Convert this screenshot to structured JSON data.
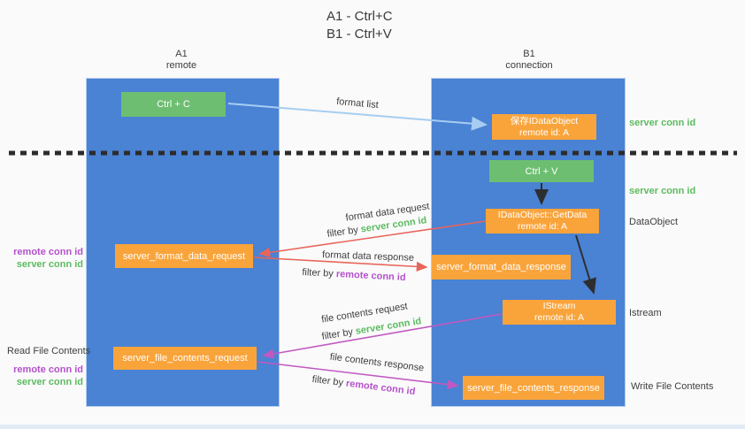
{
  "title": {
    "line1": "A1 - Ctrl+C",
    "line2": "B1 - Ctrl+V"
  },
  "lanes": {
    "a": {
      "id": "A1",
      "name": "remote"
    },
    "b": {
      "id": "B1",
      "name": "connection"
    }
  },
  "nodes": {
    "ctrl_c": {
      "label": "Ctrl + C"
    },
    "ctrl_v": {
      "label": "Ctrl + V"
    },
    "save_dataobject": {
      "line1": "保存IDataObject",
      "line2": "remote id: A"
    },
    "getdata": {
      "line1": "IDataObject::GetData",
      "line2": "remote id: A"
    },
    "istream": {
      "line1": "IStream",
      "line2": "remote id: A"
    },
    "format_request": {
      "label": "server_format_data_request"
    },
    "format_response": {
      "label": "server_format_data_response"
    },
    "file_request": {
      "label": "server_file_contents_request"
    },
    "file_response": {
      "label": "server_file_contents_response"
    }
  },
  "arrow_labels": {
    "format_list": "format list",
    "format_data_request": "format data request",
    "format_data_response": "format data response",
    "file_contents_request": "file contents request",
    "file_contents_response": "file contents response",
    "filter_by": "filter by"
  },
  "side_labels": {
    "server_conn_id": "server conn id",
    "remote_conn_id": "remote conn id",
    "dataobject": "DataObject",
    "istream": "Istream",
    "read_file_contents": "Read File Contents",
    "write_file_contents": "Write File Contents"
  },
  "colors": {
    "lane_blue": "#4a82d4",
    "node_green": "#6ebe71",
    "node_orange": "#f9a43b",
    "arrow_red": "#e8655a",
    "arrow_purple": "#c159c1",
    "arrow_blue": "#a6cdf1",
    "arrow_black": "#2e2e2e",
    "label_green": "#5cbb60",
    "label_purple": "#b551cd"
  }
}
